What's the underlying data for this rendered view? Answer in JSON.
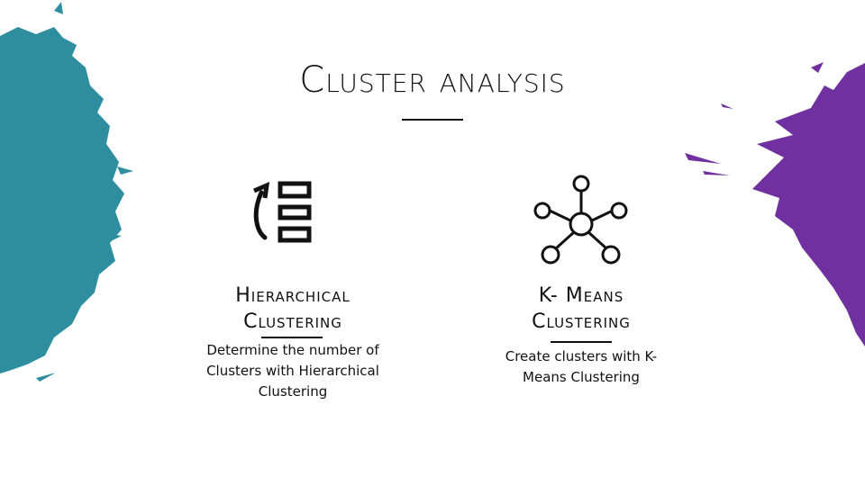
{
  "title": "Cluster analysis",
  "colors": {
    "teal": "#2e8ea0",
    "purple": "#7030a0"
  },
  "items": [
    {
      "icon": "hierarchy-list-icon",
      "heading": "Hierarchical Clustering",
      "description": "Determine the number of Clusters with Hierarchical Clustering"
    },
    {
      "icon": "network-cluster-icon",
      "heading": "K- Means Clustering",
      "description": "Create clusters with K-Means Clustering"
    }
  ]
}
